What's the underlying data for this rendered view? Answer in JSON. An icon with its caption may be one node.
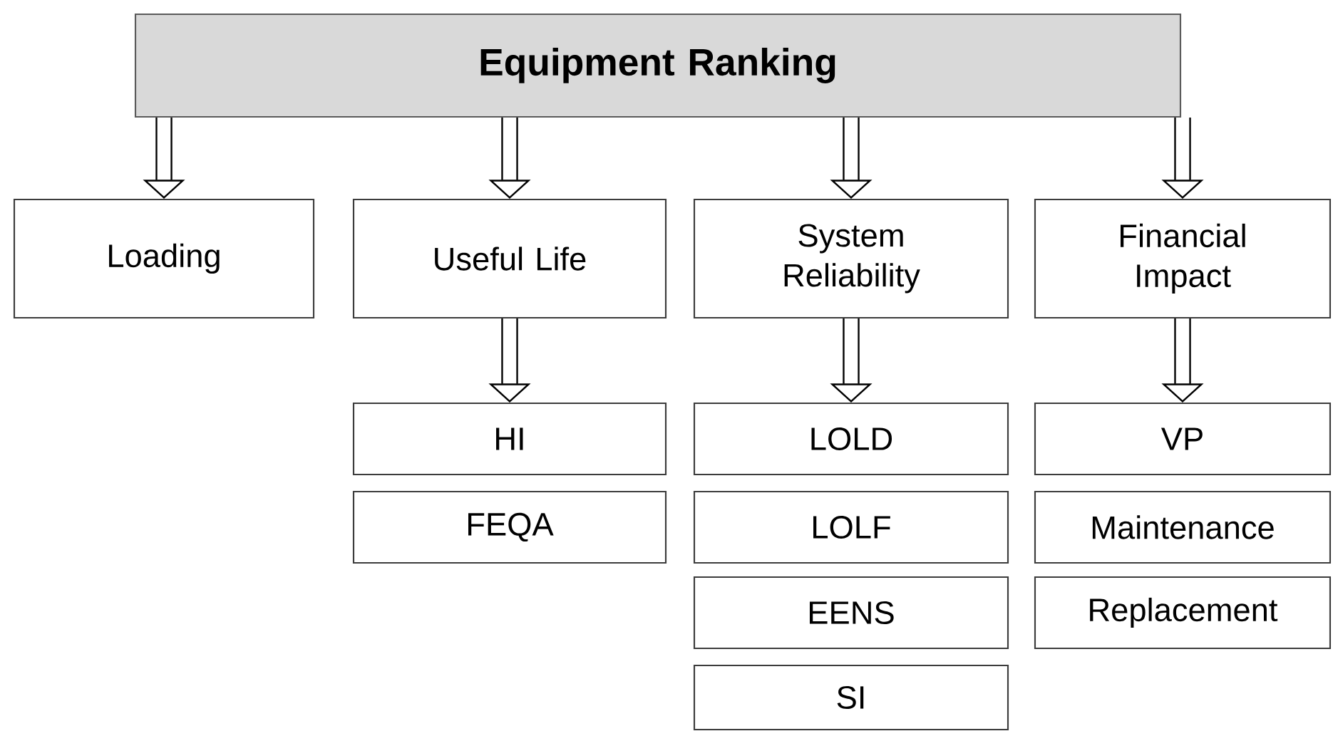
{
  "diagram": {
    "nodes": [
      {
        "text": [
          "Equipment Ranking"
        ]
      },
      {
        "text": [
          "Loading"
        ]
      },
      {
        "text": [
          "Useful Life"
        ]
      },
      {
        "text": [
          "System Reliability"
        ]
      },
      {
        "text": [
          "Financial Impact"
        ]
      },
      {
        "text": [
          "HI"
        ]
      },
      {
        "text": [
          "FEQA"
        ]
      },
      {
        "text": [
          "LOLD"
        ]
      },
      {
        "text": [
          "LOLF"
        ]
      },
      {
        "text": [
          "EENS"
        ]
      },
      {
        "text": [
          "SI"
        ]
      },
      {
        "text": [
          "VP"
        ]
      },
      {
        "text": [
          "Maintenance"
        ]
      },
      {
        "text": [
          "Replacement"
        ]
      }
    ],
    "edges": [
      {
        "from": 0,
        "to": 1,
        "arrow": "to"
      },
      {
        "from": 0,
        "to": 2,
        "arrow": "to"
      },
      {
        "from": 0,
        "to": 3,
        "arrow": "to"
      },
      {
        "from": 0,
        "to": 4,
        "arrow": "to"
      },
      {
        "from": 2,
        "to": 5,
        "arrow": "to"
      },
      {
        "from": 3,
        "to": 7,
        "arrow": "to"
      },
      {
        "from": 4,
        "to": 11,
        "arrow": "to"
      }
    ]
  }
}
